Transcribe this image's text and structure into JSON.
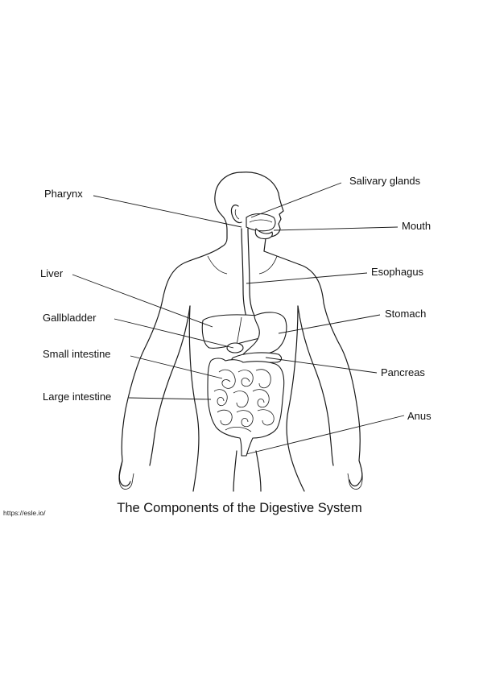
{
  "title": "The Components of the Digestive System",
  "watermark": "https://esle.io/",
  "labels": {
    "pharynx": "Pharynx",
    "liver": "Liver",
    "gallbladder": "Gallbladder",
    "small_intestine": "Small intestine",
    "large_intestine": "Large intestine",
    "salivary_glands": "Salivary glands",
    "mouth": "Mouth",
    "esophagus": "Esophagus",
    "stomach": "Stomach",
    "pancreas": "Pancreas",
    "anus": "Anus"
  },
  "colors": {
    "line": "#1a1a1a",
    "background": "#ffffff"
  }
}
